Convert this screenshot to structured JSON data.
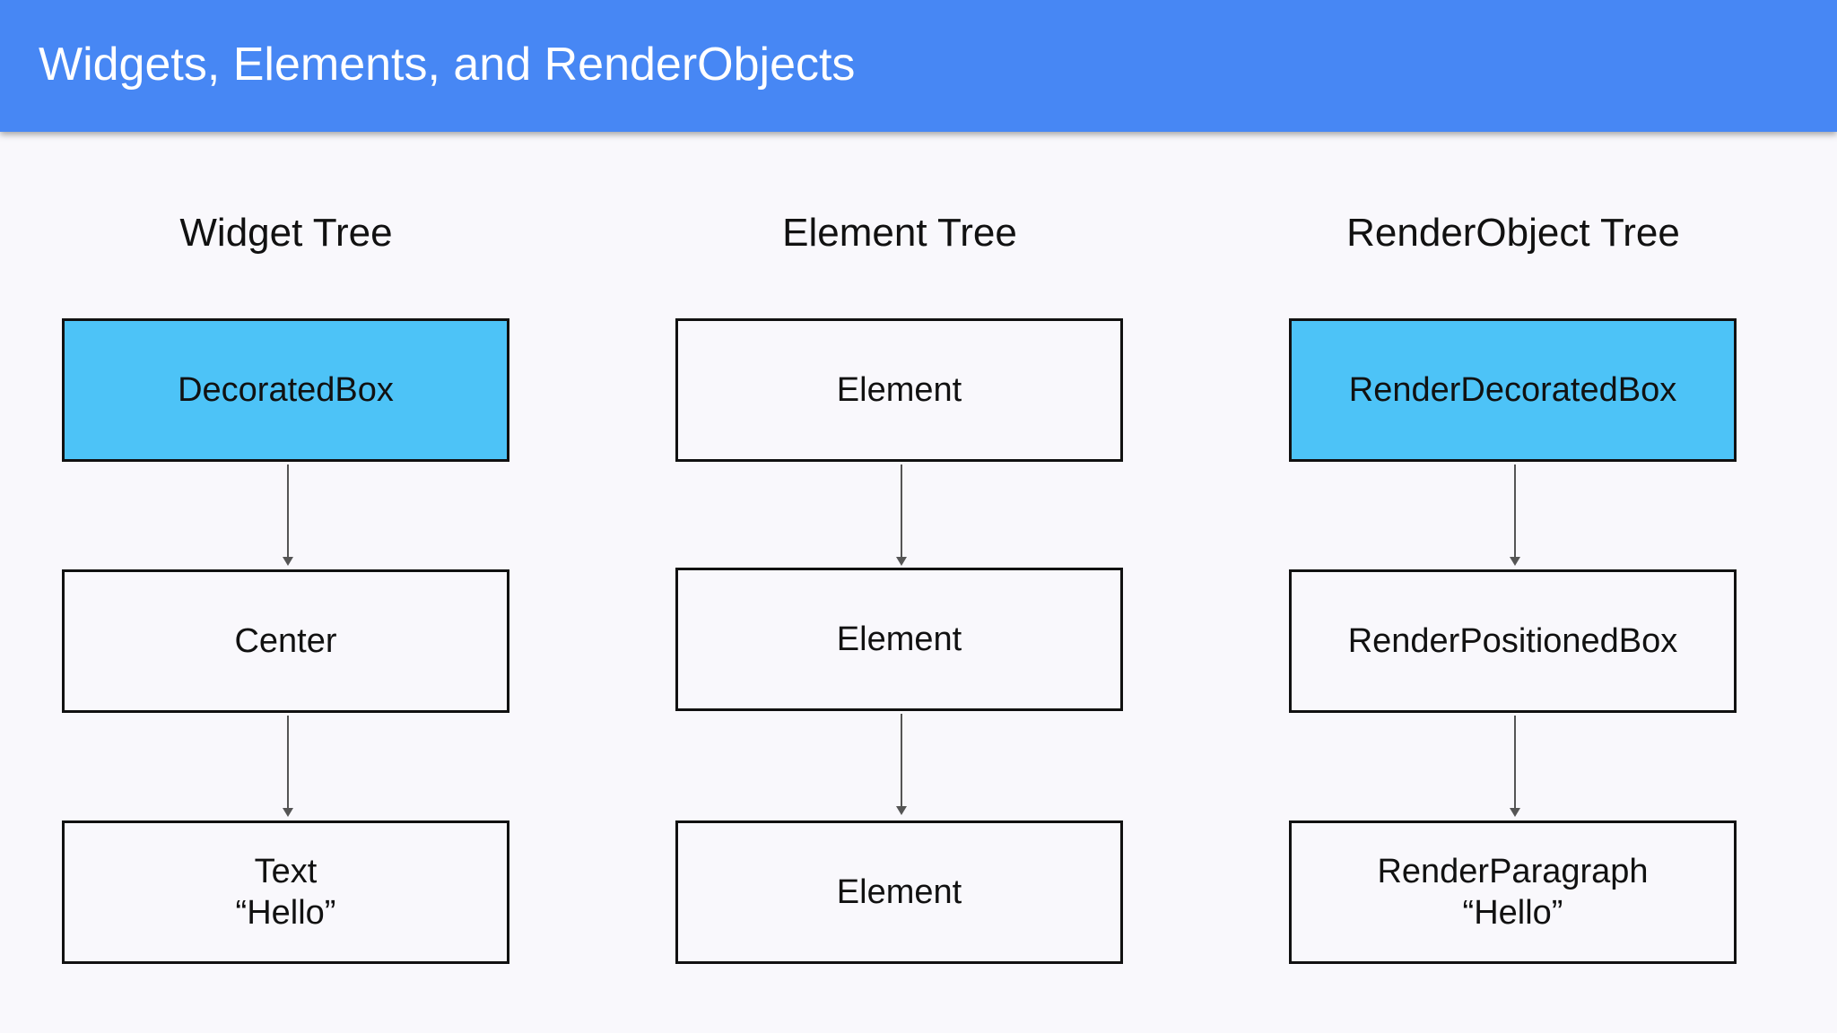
{
  "header": {
    "title": "Widgets, Elements, and RenderObjects"
  },
  "columns": [
    {
      "title": "Widget Tree",
      "nodes": [
        {
          "lines": [
            "DecoratedBox"
          ]
        },
        {
          "lines": [
            "Center"
          ]
        },
        {
          "lines": [
            "Text",
            "“Hello”"
          ]
        }
      ]
    },
    {
      "title": "Element Tree",
      "nodes": [
        {
          "lines": [
            "Element"
          ]
        },
        {
          "lines": [
            "Element"
          ]
        },
        {
          "lines": [
            "Element"
          ]
        }
      ]
    },
    {
      "title": "RenderObject Tree",
      "nodes": [
        {
          "lines": [
            "RenderDecoratedBox"
          ]
        },
        {
          "lines": [
            "RenderPositionedBox"
          ]
        },
        {
          "lines": [
            "RenderParagraph",
            "“Hello”"
          ]
        }
      ]
    }
  ],
  "colors": {
    "header_bg": "#4787f4",
    "highlight_box": "#4dc3f7",
    "box_border": "#111111",
    "background": "#f9f8fc"
  }
}
